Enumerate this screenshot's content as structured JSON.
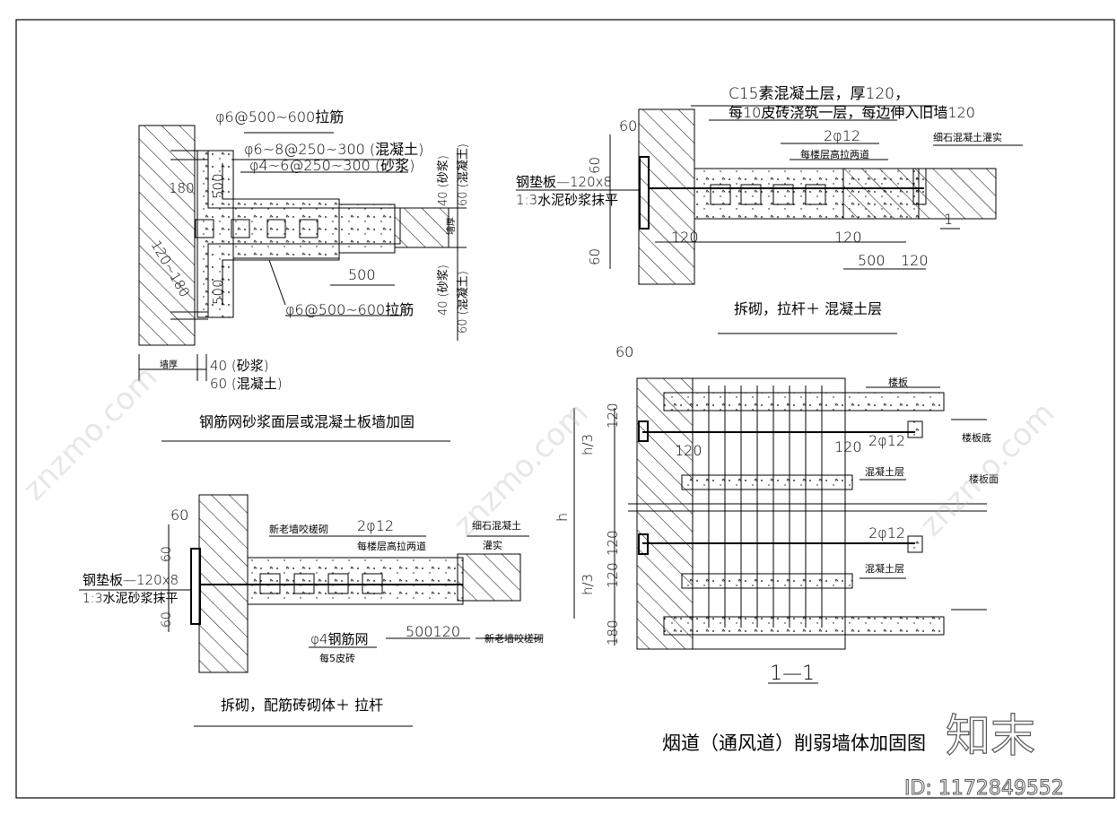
{
  "d1": {
    "title": "钢筋网砂浆面层或混凝土板墙加固",
    "l_tie_top": "φ6@500~600拉筋",
    "l_mesh1": "φ6~8@250~300 (混凝土)",
    "l_mesh2": "φ4~6@250~300 (砂浆)",
    "l_180": "180",
    "l_500a": "500",
    "l_500b": "500",
    "l_500c": "500",
    "l_120_180": "120~180",
    "l_tie_bot": "φ6@500~600拉筋",
    "l_wall": "墙厚",
    "l_wall2": "墙厚",
    "l_40s": "40 (砂浆)",
    "l_60c": "60 (混凝土)",
    "l_r40a": "40 (砂浆)",
    "l_r60a": "60 (混凝土)",
    "l_r40b": "40 (砂浆)",
    "l_r60b": "60 (混凝土)"
  },
  "d2": {
    "title": "拆砌，拉杆＋ 混凝土层",
    "l_c15": "C15素混凝土层，厚120，",
    "l_every": "每10皮砖浇筑一层，每边伸入旧墙120",
    "l_2phi": "2φ12",
    "l_rod": "每楼层高拉两道",
    "l_fine": "细石混凝土灌实",
    "l_plate": "钢垫板—120x8",
    "l_mortar": "1:3水泥砂浆抹平",
    "l_60a": "60",
    "l_60b": "60",
    "l_60c": "60",
    "l_120a": "120",
    "l_120b": "120",
    "l_500": "500",
    "l_120c": "120",
    "l_sec": "1"
  },
  "d3": {
    "title": "拆砌，配筋砖砌体＋ 拉杆",
    "l_60a": "60",
    "l_60b": "60",
    "l_60c": "60",
    "l_newold": "新老墙咬槎砌",
    "l_2phi": "2φ12",
    "l_rod": "每楼层高拉两道",
    "l_fine1": "细石混凝土",
    "l_fine2": "灌实",
    "l_plate": "钢垫板—120x8",
    "l_mortar": "1:3水泥砂浆抹平",
    "l_mesh": "φ4钢筋网",
    "l_every5": "每5皮砖",
    "l_500120": "500120",
    "l_newold2": "新老墙咬槎砌"
  },
  "d4": {
    "title": "1—1",
    "l_60": "60",
    "l_slab": "楼板",
    "l_slabbot": "楼板底",
    "l_slabtop": "楼板面",
    "l_120a": "120",
    "l_120b": "120",
    "l_120c": "120",
    "l_2phi_a": "2φ12",
    "l_2phi_b": "2φ12",
    "l_conc_a": "混凝土层",
    "l_conc_b": "混凝土层",
    "l_h3a": "h/3",
    "l_h": "h",
    "l_h3b": "h/3",
    "l_120d": "120",
    "l_120e": "120",
    "l_180": "180"
  },
  "sheet": {
    "title": "烟道（通风道）削弱墙体加固图",
    "logo": "知末",
    "id": "ID: 1172849552",
    "watermark": "znzmo.com"
  }
}
